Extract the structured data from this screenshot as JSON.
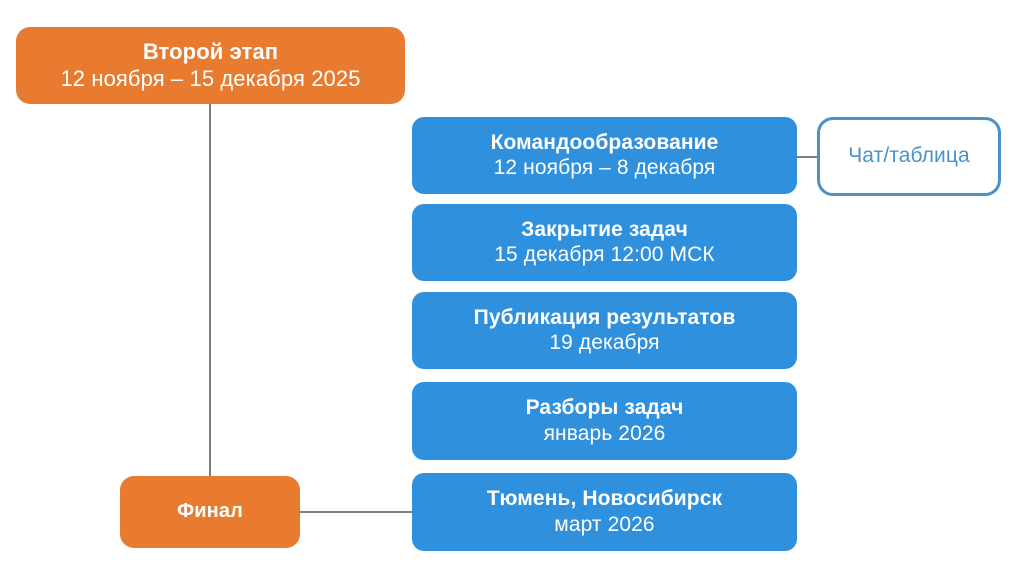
{
  "diagram": {
    "type": "flow-diagram",
    "background_color": "#ffffff",
    "palette": {
      "orange": "#E87B2F",
      "blue": "#2F90DE",
      "outline_blue": "#4A91C8",
      "connector_gray": "#7f7f7f",
      "text_on_fill": "#ffffff"
    },
    "nodes": {
      "stage2": {
        "title": "Второй этап",
        "subtitle": "12 ноября – 15 декабря 2025",
        "style": "orange"
      },
      "final": {
        "title": "Финал",
        "subtitle": "",
        "style": "orange"
      },
      "team_building": {
        "title": "Командообразование",
        "subtitle": "12 ноября – 8 декабря",
        "style": "blue"
      },
      "task_closing": {
        "title": "Закрытие задач",
        "subtitle": "15 декабря 12:00 МСК",
        "style": "blue"
      },
      "results_publication": {
        "title": "Публикация результатов",
        "subtitle": "19 декабря",
        "style": "blue"
      },
      "task_review": {
        "title": "Разборы задач",
        "subtitle": "январь 2026",
        "style": "blue"
      },
      "final_cities": {
        "title": "Тюмень, Новосибирск",
        "subtitle": "март 2026",
        "style": "blue"
      },
      "chat_table": {
        "title": "Чат/таблица",
        "subtitle": "",
        "style": "outline"
      }
    },
    "connectors": [
      {
        "name": "stage2-to-final",
        "from": "stage2",
        "to": "final",
        "orientation": "vertical"
      },
      {
        "name": "final-to-final-cities",
        "from": "final",
        "to": "final_cities",
        "orientation": "horizontal"
      },
      {
        "name": "team-building-to-chat",
        "from": "team_building",
        "to": "chat_table",
        "orientation": "horizontal"
      }
    ]
  }
}
